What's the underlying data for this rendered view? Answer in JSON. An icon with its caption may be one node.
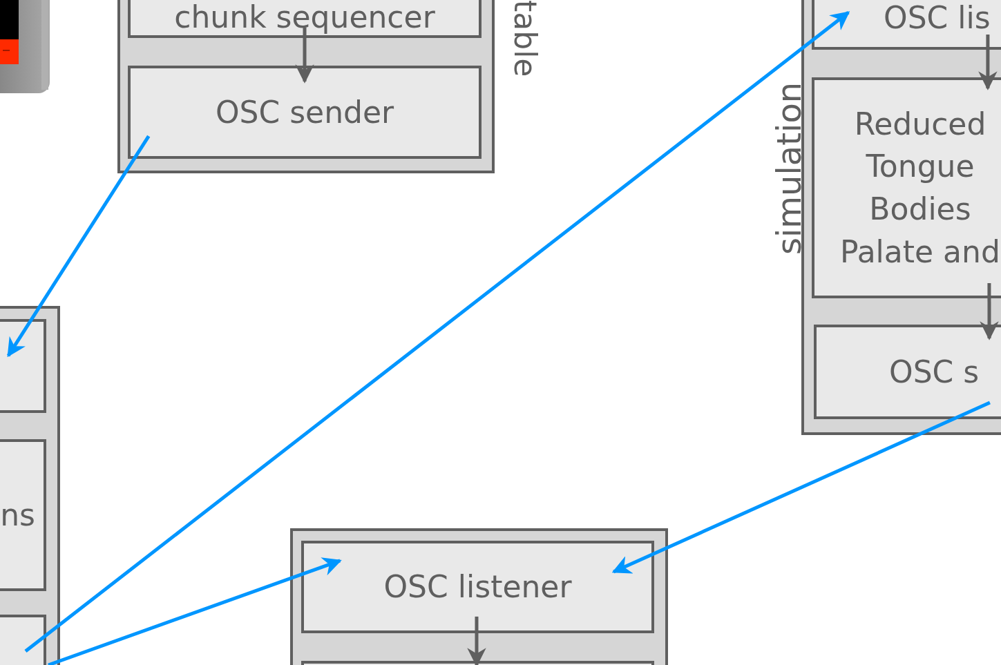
{
  "diagram": {
    "nodes": [
      {
        "text": [],
        "shape": "box"
      },
      {
        "text": [
          "chunk sequencer"
        ],
        "in": 0
      },
      {
        "text": [
          "OSC sender"
        ],
        "in": 0
      },
      {
        "text": [],
        "shape": "box"
      },
      {
        "text": [],
        "shape": "box",
        "in": 3
      },
      {
        "text": [
          "ns"
        ],
        "in": 3
      },
      {
        "text": [],
        "shape": "box",
        "in": 3
      },
      {
        "text": [
          "simulation"
        ]
      },
      {
        "text": [
          "OSC lis"
        ],
        "in": 7
      },
      {
        "text": [
          "Reduced Tongue Bodies Palate and"
        ],
        "in": 7
      },
      {
        "text": [
          "OSC s"
        ],
        "in": 7
      },
      {
        "text": [],
        "shape": "box"
      },
      {
        "text": [
          "OSC listener"
        ],
        "in": 11
      },
      {
        "text": [],
        "shape": "box",
        "in": 11
      }
    ],
    "edges": [
      {
        "from": 1,
        "to": 2,
        "arrow": "to"
      },
      {
        "from": 8,
        "to": 9,
        "arrow": "to"
      },
      {
        "from": 9,
        "to": 10,
        "arrow": "to"
      },
      {
        "from": 12,
        "to": 13,
        "arrow": "to"
      },
      {
        "from": 2,
        "to": 4,
        "arrow": "to",
        "color": "#0096ff"
      },
      {
        "from": 6,
        "to": 8,
        "arrow": "to",
        "color": "#0096ff"
      },
      {
        "from": 6,
        "to": 12,
        "arrow": "to",
        "color": "#0096ff"
      },
      {
        "from": 10,
        "to": 12,
        "arrow": "to",
        "color": "#0096ff"
      }
    ],
    "labels": [
      "table"
    ]
  }
}
